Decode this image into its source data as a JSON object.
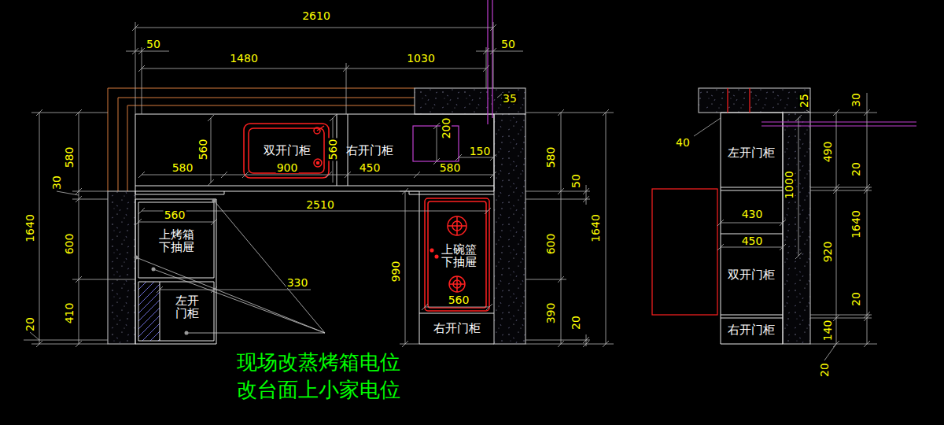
{
  "diagram": {
    "nodes": [
      {
        "text": [
          "双开门柜"
        ]
      },
      {
        "text": [
          "右开门柜"
        ]
      },
      {
        "text": [
          "左开门柜"
        ]
      },
      {
        "text": [
          "上烤箱 下抽屉"
        ]
      },
      {
        "text": [
          "上碗篮 下抽屉"
        ]
      },
      {
        "text": [
          "双开门柜"
        ]
      },
      {
        "text": [
          "左开 门柜"
        ]
      },
      {
        "text": [
          "右开门柜"
        ]
      },
      {
        "text": [
          "右开门柜"
        ]
      }
    ],
    "labels": [
      "2610",
      "50",
      "1480",
      "1030",
      "50",
      "35",
      "200",
      "150",
      "580",
      "560",
      "900",
      "560",
      "450",
      "580",
      "2510",
      "560",
      "330",
      "990",
      "560",
      "1640",
      "580",
      "30",
      "600",
      "410",
      "20",
      "580",
      "50",
      "1640",
      "600",
      "390",
      "20",
      "40",
      "25",
      "30",
      "490",
      "1000",
      "20",
      "430",
      "450",
      "1640",
      "920",
      "20",
      "140",
      "20",
      "现场改蒸烤箱电位",
      "改台面上小家电位"
    ]
  }
}
